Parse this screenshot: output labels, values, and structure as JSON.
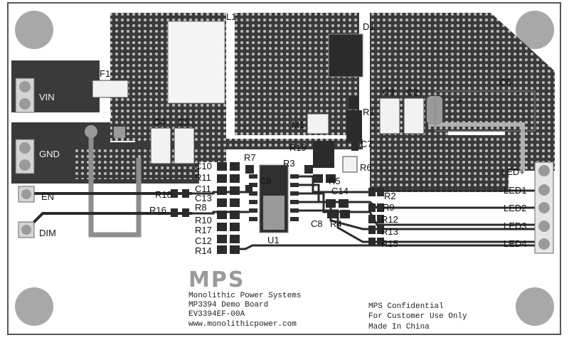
{
  "board": {
    "connectors": {
      "vin": "VIN",
      "gnd": "GND",
      "en": "EN",
      "dim": "DIM",
      "led_plus": "LED+",
      "led1": "LED1",
      "led2": "LED2",
      "led3": "LED3",
      "led4": "LED4"
    },
    "components": {
      "l1": "L1",
      "d1": "D1",
      "f1": "F1",
      "c1": "C1",
      "c2": "C2",
      "c3": "C3",
      "c4": "C4",
      "c5": "C5",
      "c6": "C6",
      "c7": "C7",
      "c8": "C8",
      "c9": "C9",
      "c10": "C10",
      "c11": "C11",
      "c12": "C12",
      "c13": "C13",
      "c14": "C14",
      "m1": "M1",
      "r1": "R1",
      "r2": "R2",
      "r3": "R3",
      "r4": "R4",
      "r5": "R5",
      "r6": "R6",
      "r7": "R7",
      "r8": "R8",
      "r9": "R9",
      "r10": "R10",
      "r11": "R11",
      "r12": "R12",
      "r13": "R13",
      "r14": "R14",
      "r15": "R15",
      "r16": "R16",
      "r17": "R17",
      "r18": "R18",
      "r19": "R19",
      "u1": "U1",
      "c6_polarity": "+"
    },
    "logo": "MPS",
    "company_lines": [
      "Monolithic Power Systems",
      "MP3394 Demo Board",
      "EV3394EF-00A",
      "www.monolithicpower.com"
    ],
    "confidential_lines": [
      "MPS Confidential",
      "For Customer Use Only",
      "Made In China"
    ]
  }
}
